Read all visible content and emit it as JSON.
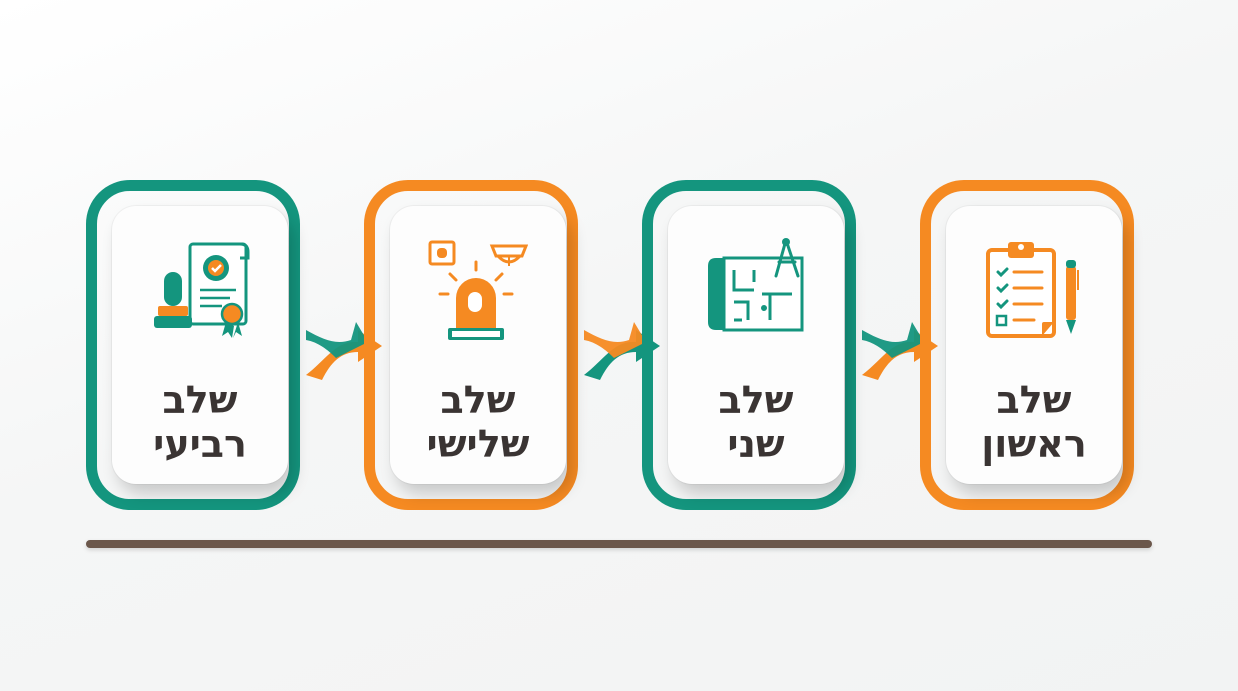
{
  "colors": {
    "teal": "#14957e",
    "orange": "#f58a22",
    "text": "#3a3433",
    "baseline": "#6b574b"
  },
  "steps": [
    {
      "line1": "שלב",
      "line2": "רביעי",
      "icon": "stamp-certificate-icon",
      "frame": "teal"
    },
    {
      "line1": "שלב",
      "line2": "שלישי",
      "icon": "fire-alarm-icon",
      "frame": "orange"
    },
    {
      "line1": "שלב",
      "line2": "שני",
      "icon": "blueprint-icon",
      "frame": "teal"
    },
    {
      "line1": "שלב",
      "line2": "ראשון",
      "icon": "clipboard-checklist-icon",
      "frame": "orange"
    }
  ]
}
